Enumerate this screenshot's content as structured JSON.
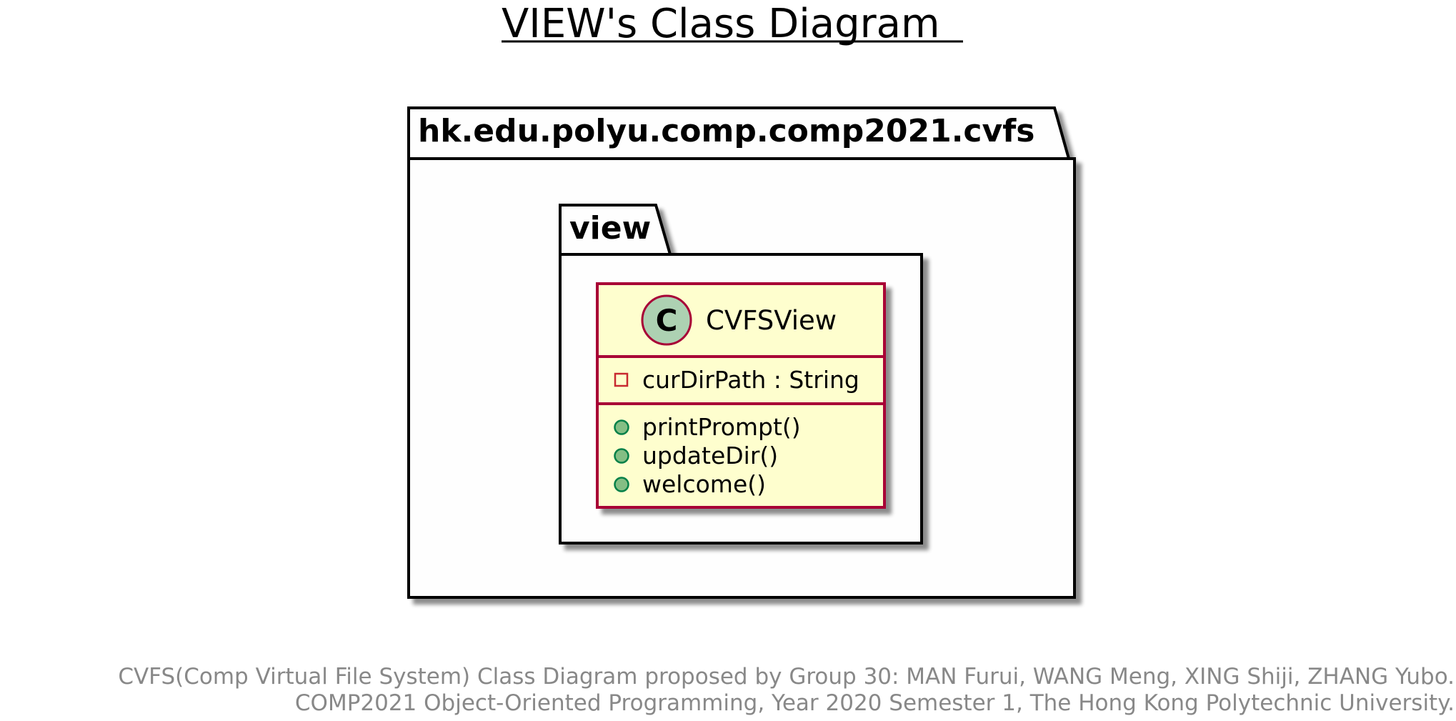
{
  "diagram": {
    "title": "VIEW's Class Diagram",
    "outer_package": {
      "name": "hk.edu.polyu.comp.comp2021.cvfs"
    },
    "inner_package": {
      "name": "view"
    },
    "class": {
      "stereotype_letter": "C",
      "name": "CVFSView",
      "fields": [
        {
          "visibility": "private",
          "text": "curDirPath : String"
        }
      ],
      "methods": [
        {
          "visibility": "public",
          "text": "printPrompt()"
        },
        {
          "visibility": "public",
          "text": "updateDir()"
        },
        {
          "visibility": "public",
          "text": "welcome()"
        }
      ]
    },
    "footer": {
      "line1": "CVFS(Comp Virtual File System) Class Diagram proposed by Group 30: MAN Furui, WANG Meng, XING Shiji, ZHANG Yubo.",
      "line2": "COMP2021 Object-Oriented Programming, Year 2020 Semester 1, The Hong Kong Polytechnic University."
    },
    "colors": {
      "class_fill": "#FEFECE",
      "class_border": "#A80036",
      "class_icon_fill": "#ADD1B2",
      "public_marker_fill": "#84BE84",
      "public_marker_stroke": "#038048",
      "private_marker_stroke": "#C82930",
      "package_fill": "#FEFEFE",
      "package_border": "#000000",
      "shadow": "#B0B0B0",
      "footer_text": "#888888"
    }
  }
}
